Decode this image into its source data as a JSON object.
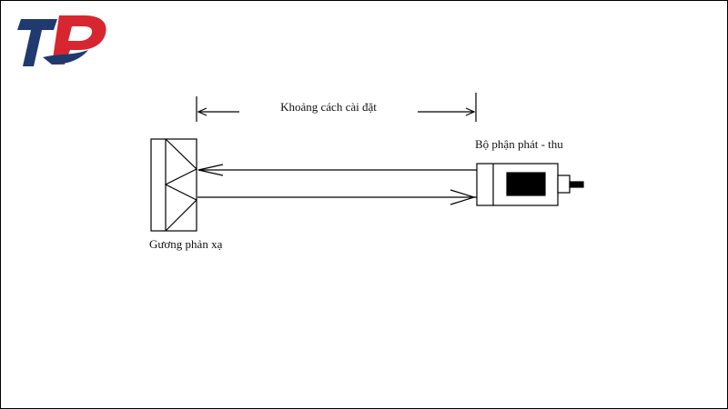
{
  "logo": {
    "text": "TP",
    "colors": {
      "red": "#d7262f",
      "blue": "#1f3a6e"
    }
  },
  "diagram": {
    "distance_label": "Khoảng cách cài đặt",
    "reflector_label": "Gương phản xạ",
    "transceiver_label": "Bộ phận phát - thu"
  },
  "colors": {
    "line": "#000000"
  }
}
